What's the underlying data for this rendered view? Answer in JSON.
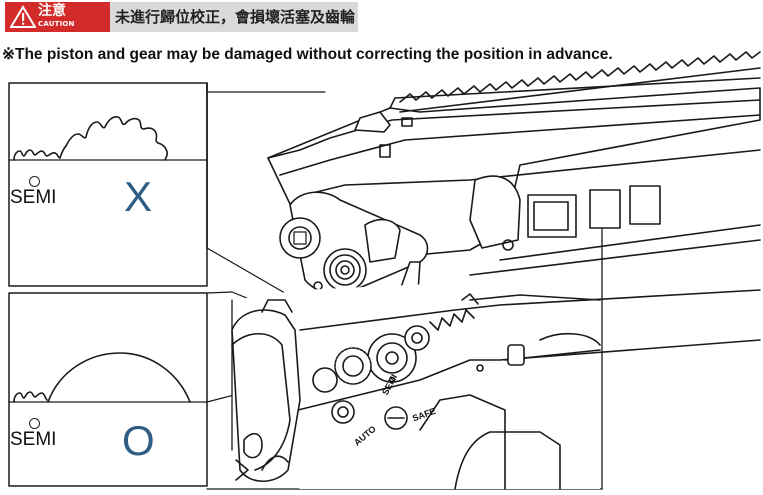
{
  "banner": {
    "caution_zh": "注意",
    "caution_en": "CAUTION",
    "text": "未進行歸位校正，會損壞活塞及齒輪",
    "badge_color": "#d32a2a",
    "bar_color": "#d9d9d9",
    "icon": "warning-triangle-icon"
  },
  "warning_text": "※The piston and gear may be damaged without correcting the position in advance.",
  "panels": {
    "top": {
      "label": "SEMI",
      "mark": "X"
    },
    "bottom": {
      "label": "SEMI",
      "mark": "O"
    },
    "mark_color": "#2f5d83"
  },
  "gun_labels": {
    "semi": "SEMI",
    "safe": "SAFE",
    "auto": "AUTO"
  }
}
